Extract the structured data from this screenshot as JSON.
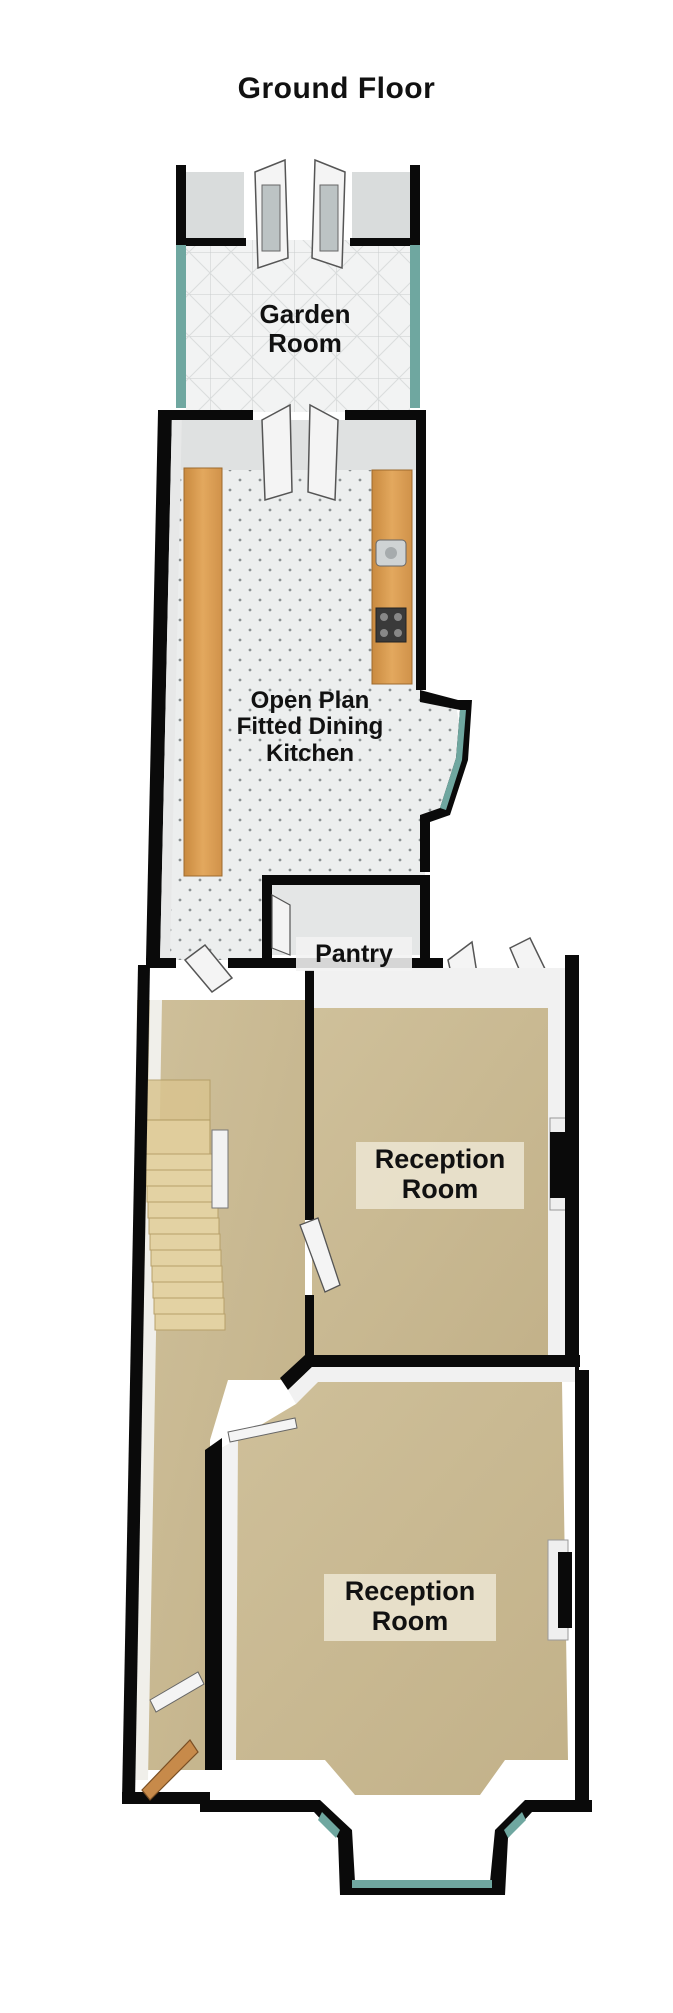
{
  "title": "Ground Floor",
  "rooms": {
    "garden_room": [
      "Garden",
      "Room"
    ],
    "kitchen": [
      "Open Plan",
      "Fitted Dining",
      "Kitchen"
    ],
    "pantry": "Pantry",
    "reception_rear": [
      "Reception",
      "Room"
    ],
    "reception_front": [
      "Reception",
      "Room"
    ]
  },
  "colors": {
    "wall": "#0a0a0a",
    "wall_shadow": "#7a7a7a",
    "carpet": "#c9b98f",
    "tile": "#e9ebeb",
    "worktop": "#d99a4e",
    "glass": "#6fa7a0",
    "stairs": "#d9c48f"
  }
}
